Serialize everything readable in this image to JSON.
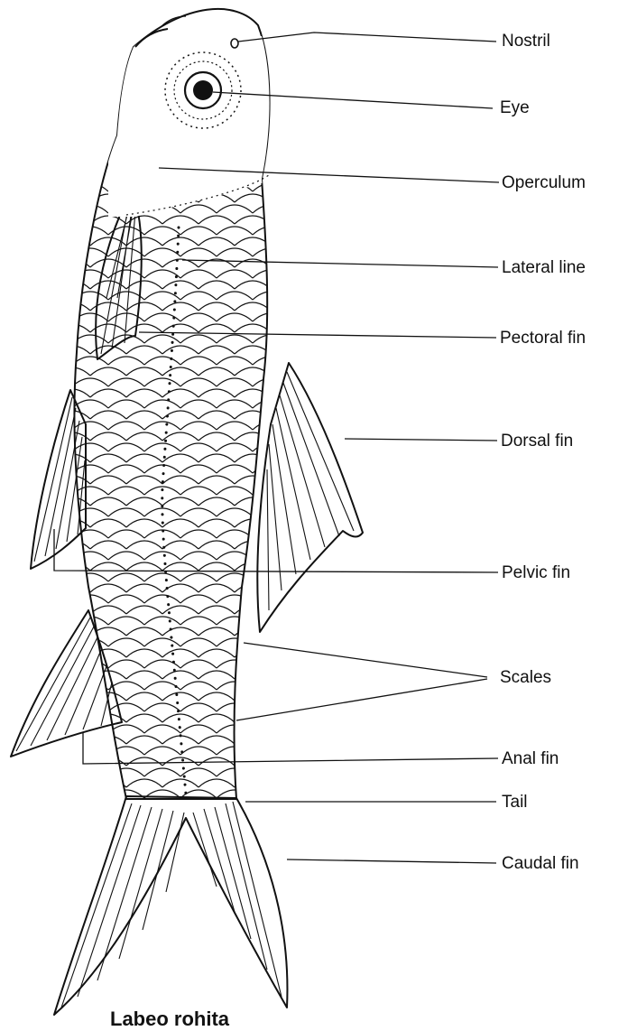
{
  "diagram": {
    "labels": {
      "nostril": "Nostril",
      "eye": "Eye",
      "operculum": "Operculum",
      "lateral_line": "Lateral line",
      "pectoral_fin": "Pectoral fin",
      "dorsal_fin": "Dorsal fin",
      "pelvic_fin": "Pelvic fin",
      "scales": "Scales",
      "anal_fin": "Anal fin",
      "tail": "Tail",
      "caudal_fin": "Caudal fin"
    },
    "caption": "Labeo rohita",
    "colors": {
      "ink": "#111111",
      "background": "#ffffff"
    }
  }
}
